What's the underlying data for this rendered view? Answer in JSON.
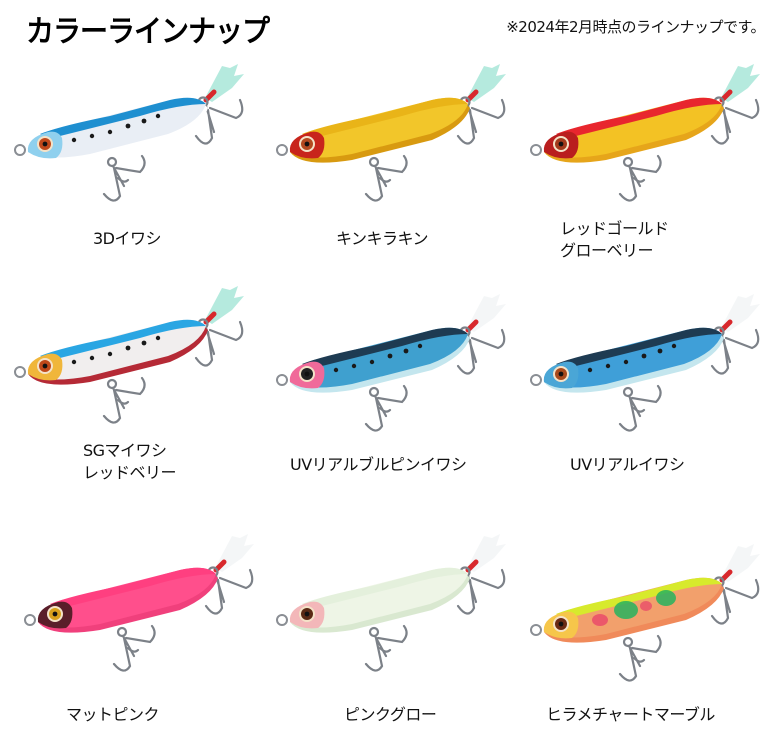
{
  "header": {
    "title": "カラーラインナップ",
    "note": "※2024年2月時点のラインナップです。"
  },
  "colors": [
    {
      "label_lines": [
        "3Dイワシ"
      ],
      "top_color": "#1e8fd0",
      "body_color": "#e9eef5",
      "belly_color": "#ffffff",
      "head_color": "#8fd0ee",
      "eye_color": "#c0481a",
      "dots": true,
      "tinsel": "#a8e6d8"
    },
    {
      "label_lines": [
        "キンキラキン"
      ],
      "top_color": "#e9b418",
      "body_color": "#f2c62a",
      "belly_color": "#d89a10",
      "head_color": "#c8251c",
      "eye_color": "#b34a20",
      "dots": false,
      "tinsel": "#a8e6d8"
    },
    {
      "label_lines": [
        "レッドゴールド",
        "グローベリー"
      ],
      "top_color": "#e8262e",
      "body_color": "#f3c224",
      "belly_color": "#e6a51a",
      "head_color": "#b91e1e",
      "eye_color": "#a33a1c",
      "dots": false,
      "tinsel": "#a8e6d8"
    },
    {
      "label_lines": [
        "SGマイワシ",
        "レッドベリー"
      ],
      "top_color": "#2aa6e3",
      "body_color": "#f1eeee",
      "belly_color": "#b52a36",
      "head_color": "#f0b63a",
      "eye_color": "#c0481a",
      "dots": true,
      "tinsel": "#a8e6d8"
    },
    {
      "label_lines": [
        "UVリアルブルピンイワシ"
      ],
      "top_color": "#1e3b52",
      "body_color": "#3fa0cf",
      "belly_color": "#c4e6ee",
      "head_color": "#f06a9a",
      "eye_color": "#222222",
      "dots": true,
      "tinsel": "#f2f4f6"
    },
    {
      "label_lines": [
        "UVリアルイワシ"
      ],
      "top_color": "#1e3b52",
      "body_color": "#3f9fd8",
      "belly_color": "#c4e6ee",
      "head_color": "#4aa6d6",
      "eye_color": "#a84a1c",
      "dots": true,
      "tinsel": "#f2f4f6"
    },
    {
      "label_lines": [
        "マットピンク"
      ],
      "top_color": "#ff3f80",
      "body_color": "#ff4f8c",
      "belly_color": "#f0407c",
      "head_color": "#5a1e2a",
      "eye_color": "#d8a01c",
      "dots": false,
      "tinsel": "#f2f4f6"
    },
    {
      "label_lines": [
        "ピンクグロー"
      ],
      "top_color": "#e4f0dc",
      "body_color": "#eef5e6",
      "belly_color": "#d9e8d0",
      "head_color": "#f3b7b9",
      "eye_color": "#5a2a14",
      "dots": false,
      "tinsel": "#f2f4f6"
    },
    {
      "label_lines": [
        "ヒラメチャートマーブル"
      ],
      "top_color": "#d7ea2c",
      "body_color": "#f2a06c",
      "belly_color": "#f08a5a",
      "head_color": "#f6c64a",
      "eye_color": "#6a2a14",
      "dots": false,
      "marble": true,
      "tinsel": "#f2f4f6"
    }
  ]
}
